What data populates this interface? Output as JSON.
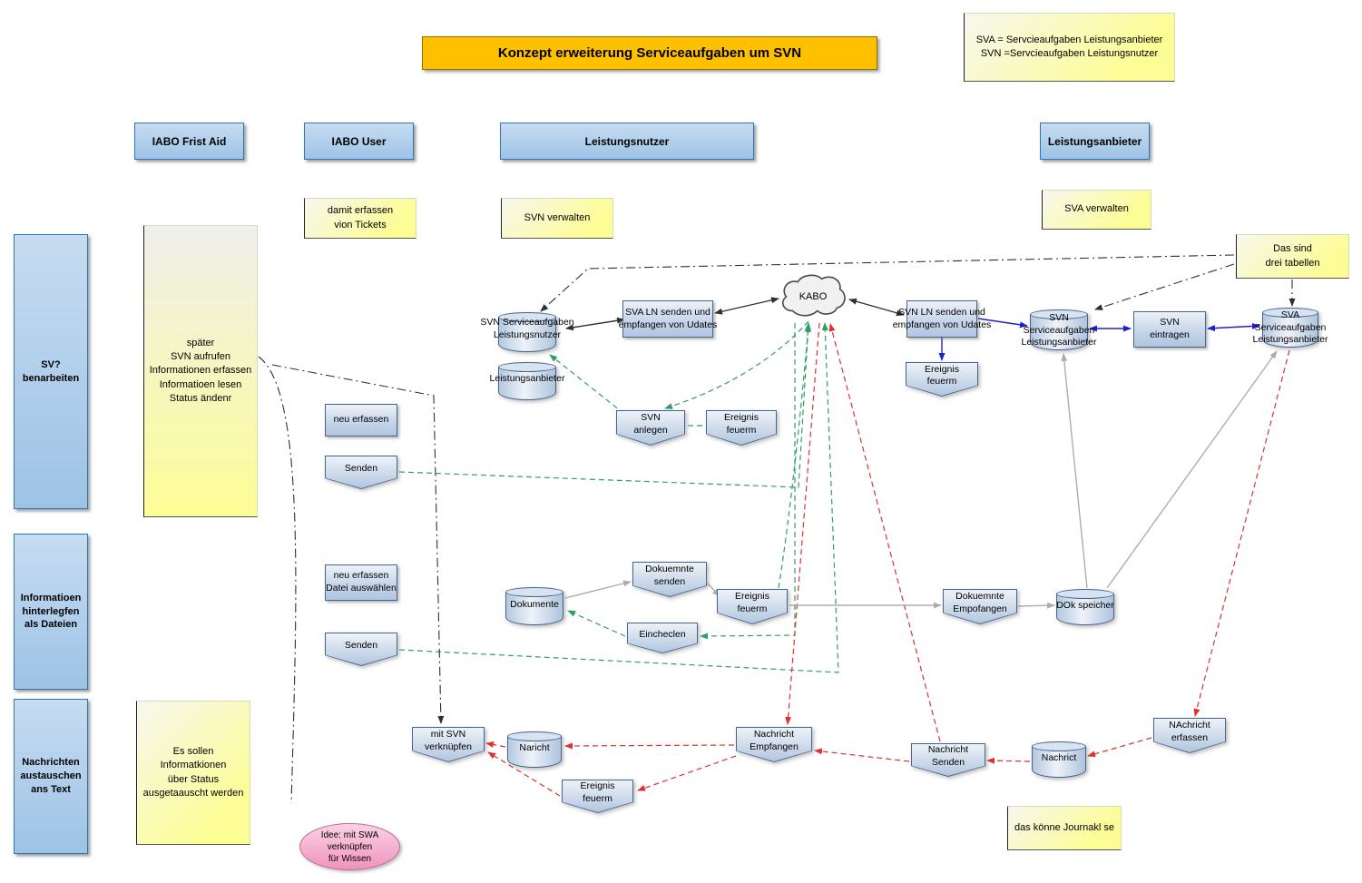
{
  "title": "Konzept erweiterung Serviceaufgaben um SVN",
  "legend": {
    "line1": "SVA = Servcieaufgaben Leistungsanbieter",
    "line2": "SVN =Servcieaufgaben Leistungsnutzer"
  },
  "lanes": {
    "iabo_frist_aid": "IABO Frist Aid",
    "iabo_user": "IABO User",
    "leistungsnutzer": "Leistungsnutzer",
    "leistungsanbieter": "Leistungsanbieter"
  },
  "sidebar": {
    "sv_bearbeiten": "SV?\nbenarbeiten",
    "informationen_dateien": "Informatioen\nhinterlegfen\nals Dateien",
    "nachrichten_text": "Nachrichten\naustauschen\nans Text"
  },
  "notes": {
    "spaeter": "später\nSVN aufrufen\nInformationen erfassen\nInformatioen lesen\nStatus ändenr",
    "damit_erfassen": "damit erfassen\nvion Tickets",
    "svn_verwalten": "SVN verwalten",
    "sva_verwalten": "SVA verwalten",
    "drei_tabellen": "Das sind\ndrei tabellen",
    "es_sollen": "Es sollen\nInformatkionen\nüber Status\nausgetaauscht werden",
    "journal": "das könne Journakl se",
    "idee": "Idee: mit SWA\nverknüpfen\nfür Wissen"
  },
  "stores": {
    "svn_ln": "SVN Serviceaufgaben\nLeistungsnutzer",
    "leistungsanbieter": "Leistungsanbieter",
    "dokumente": "Dokumente",
    "naricht": "Naricht",
    "nachrict": "Nachrict",
    "svn_la": "SVN\nServiceaufgaben\nLeistungsanbieter",
    "sva_la": "SVA\nServiceaufgaben\nLeistungsanbieter",
    "dok_speicher": "DOk speicher"
  },
  "processes": {
    "kabo": "KABO",
    "sva_ln_updates": "SVA LN senden und\nempfangen von Udates",
    "svn_ln_updates": "SVN LN senden und\nempfangen von Udates",
    "svn_eintragen": "SVN\neintragen",
    "ereignis_feuerm": "Ereignis\nfeuerm",
    "svn_anlegen": "SVN\nanlegen",
    "neu_erfassen": "neu erfassen",
    "senden": "Senden",
    "neu_erfassen_datei": "neu erfassen\nDatei auswählen",
    "dokumente_senden": "Dokuemnte\nsenden",
    "einchecken": "Eincheclen",
    "dokumente_empfangen": "Dokuemnte\nEmpofangen",
    "mit_svn_verknuepfen": "mit SVN\nverknüpfen",
    "nachricht_empfangen": "Nachricht\nEmpfangen",
    "nachricht_senden": "Nachricht\nSenden",
    "nachricht_erfassen": "NAchricht\nerfassen"
  },
  "colors": {
    "title_bg": "#FFC000",
    "lane_bg": "#9DC3E6",
    "lane_border": "#2E75B6",
    "note_yellow": "#FDFD96",
    "node_fill": "#C3D3E8",
    "node_border": "#45658F",
    "idea_pink": "#F193BD",
    "arrow_black": "#303030",
    "arrow_green": "#2E9E6B",
    "arrow_red": "#E03030",
    "arrow_blue": "#2020CC",
    "arrow_gray": "#ADADAD"
  }
}
